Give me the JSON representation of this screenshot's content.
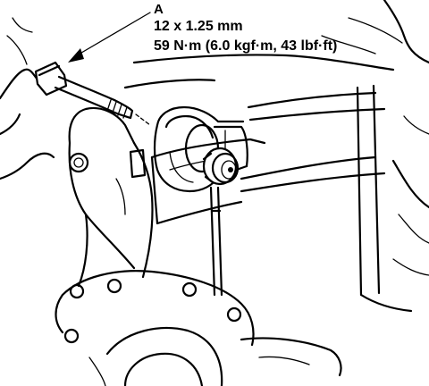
{
  "callout": {
    "part_label": "A",
    "thread_spec": "12 x 1.25 mm",
    "torque_spec": "59 N·m (6.0 kgf·m, 43 lbf·ft)"
  },
  "colors": {
    "ink": "#000000",
    "paper": "#ffffff"
  }
}
